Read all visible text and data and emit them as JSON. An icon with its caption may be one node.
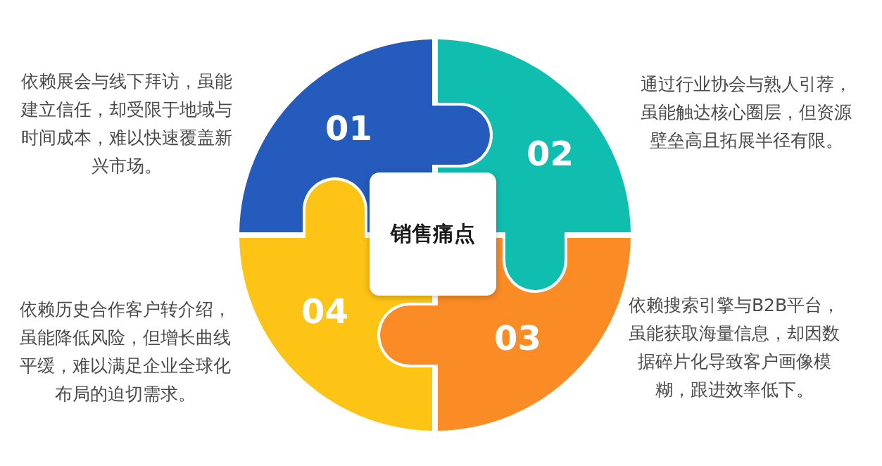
{
  "diagram": {
    "nodes": [
      {
        "text": [
          "01"
        ],
        "beside": [
          "依赖展会与线下拜访，虽能建立信任，却受限于地域与时间成本，难以快速覆盖新兴市场。"
        ]
      },
      {
        "text": [
          "02"
        ],
        "beside": [
          "通过行业协会与熟人引荐，虽能触达核心圈层，但资源壁垒高且拓展半径有限。"
        ]
      },
      {
        "text": [
          "03"
        ],
        "beside": [
          "依赖搜索引擎与B2B平台，虽能获取海量信息，却因数据碎片化导致客户画像模糊，跟进效率低下。"
        ]
      },
      {
        "text": [
          "04"
        ],
        "beside": [
          "依赖历史合作客户转介绍，虽能降低风险，但增长曲线平缓，难以满足企业全球化布局的迫切需求。"
        ]
      },
      {
        "text": [
          "销售痛点"
        ]
      }
    ]
  }
}
